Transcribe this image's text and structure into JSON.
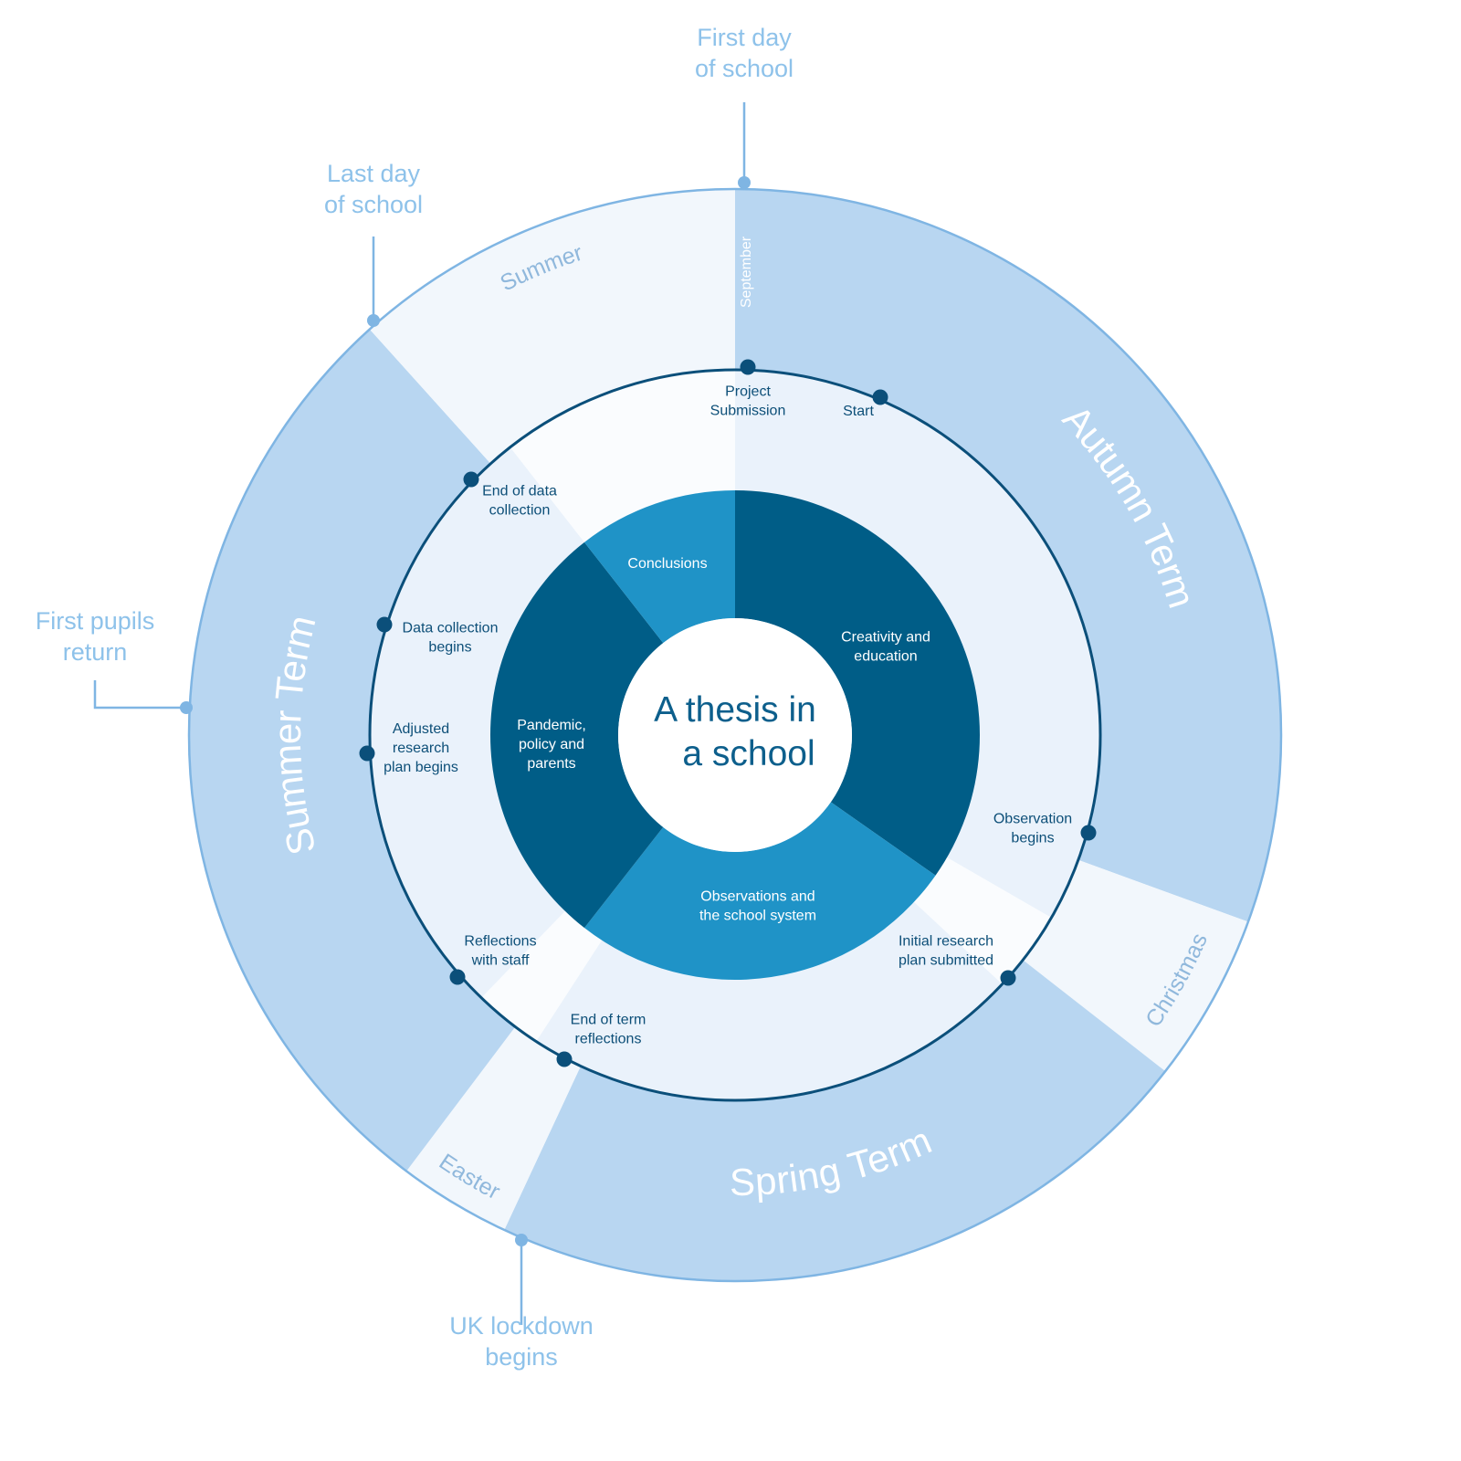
{
  "center": {
    "title_line1": "A thesis in",
    "title_line2": "a school"
  },
  "colors": {
    "term_band": "#b8d6f1",
    "holiday_band": "#f2f7fc",
    "inner_term_fill": "#eaf2fb",
    "inner_holiday_fill": "#fafcfe",
    "outer_ring_line": "#7fb5e3",
    "timeline_ring": "#0b4f7a",
    "milestone_dot": "#0b4f7a",
    "phase_dark": "#005d87",
    "phase_light": "#1f93c7",
    "center_text": "#0d5f8c",
    "callout_text": "#8ec2ea"
  },
  "outer_events": [
    {
      "lines": [
        "First day",
        "of school"
      ]
    },
    {
      "lines": [
        "Last day",
        "of school"
      ]
    },
    {
      "lines": [
        "First pupils",
        "return"
      ]
    },
    {
      "lines": [
        "UK lockdown",
        "begins"
      ]
    }
  ],
  "terms": [
    {
      "name": "Autumn Term"
    },
    {
      "name": "Spring Term"
    },
    {
      "name": "Summer Term"
    }
  ],
  "holidays": [
    {
      "name": "Christmas"
    },
    {
      "name": "Easter"
    },
    {
      "name": "Summer"
    }
  ],
  "months": [
    {
      "name": "September"
    }
  ],
  "milestones": [
    {
      "lines": [
        "Project",
        "Submission"
      ]
    },
    {
      "lines": [
        "Start"
      ]
    },
    {
      "lines": [
        "Observation",
        "begins"
      ]
    },
    {
      "lines": [
        "Initial research",
        "plan submitted"
      ]
    },
    {
      "lines": [
        "End of term",
        "reflections"
      ]
    },
    {
      "lines": [
        "Reflections",
        "with staff"
      ]
    },
    {
      "lines": [
        "Adjusted",
        "research",
        "plan begins"
      ]
    },
    {
      "lines": [
        "Data collection",
        "begins"
      ]
    },
    {
      "lines": [
        "End of data",
        "collection"
      ]
    }
  ],
  "phases": [
    {
      "lines": [
        "Creativity and",
        "education"
      ],
      "tone": "dark"
    },
    {
      "lines": [
        "Observations and",
        "the school system"
      ],
      "tone": "light"
    },
    {
      "lines": [
        "Pandemic,",
        "policy and",
        "parents"
      ],
      "tone": "dark"
    },
    {
      "lines": [
        "Conclusions"
      ],
      "tone": "light"
    }
  ]
}
